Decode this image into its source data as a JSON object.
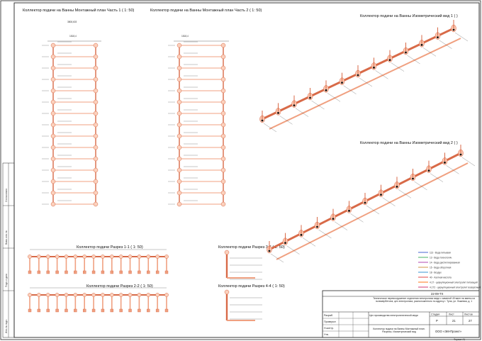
{
  "titles": {
    "plan1": "Коллектор подачи на Ванны  Монтажный план  Часть 1 ( 1: 50)",
    "plan2": "Коллектор подачи на Ванны  Монтажный план  Часть 2 ( 1: 50)",
    "iso1": "Коллектор подачи на Ванны  Изометрический вид 1 ( )",
    "iso2": "Коллектор подачи на Ванны  Изометрический вид 2 ( )",
    "sec11": "Коллектор подачи  Разрез  1-1 ( 1: 50)",
    "sec22": "Коллектор подачи  Разрез  2-2 ( 1: 50)",
    "sec33": "Коллектор подачи  Разрез  3-3 ( 1: 50)",
    "sec44": "Коллектор подачи  Разрез  4-4 ( 1: 50)"
  },
  "dims": {
    "d1": "1818,4",
    "d2": "1818,4",
    "d3": "3808,603"
  },
  "legend": [
    {
      "code": "113 - Вода питьевая",
      "color": "#3355cc"
    },
    {
      "code": "13 - Вода технологич.",
      "color": "#33aa55"
    },
    {
      "code": "14 - Вода дистиллированная",
      "color": "#aa33aa"
    },
    {
      "code": "15 - Вода оборотная",
      "color": "#cc8833"
    },
    {
      "code": "18 - Воздух",
      "color": "#2288cc"
    },
    {
      "code": "40 - Азотная кислота",
      "color": "#dd3333"
    },
    {
      "code": "4.1T - циркуляционный электролит питающий",
      "color": "#ff6600"
    },
    {
      "code": "4.1T2 - циркуляционный электролит возвратный",
      "color": "#cc2266"
    }
  ],
  "titleblock": {
    "code": "22-09-ТХ",
    "project": "Техническое перевооружение отделения электролиза меди с заменой 40 ванн на ванны из полимербетона, цех электролиза, расположенного по адресу г. Тула, ул. Ложевая, д. 1",
    "stage_header": "Стадия",
    "sheet_header": "Лист",
    "sheets_header": "Листов",
    "stage": "Р",
    "sheet": "21",
    "sheets": "27",
    "section": "Цех производства электролитической меди",
    "drawing": "Коллектор подачи на Ванны  Монтажный план. Разрезы. Изометрический вид",
    "company": "ООО «ЭМ-Проект»",
    "rows": [
      "Разраб.",
      "Проверил",
      "Н.контр.",
      "Утв."
    ],
    "format": "Формат А1"
  },
  "stamps": [
    "Согласовано",
    "Взам. инв. №",
    "Подп. и дата",
    "Инв. № подл."
  ]
}
